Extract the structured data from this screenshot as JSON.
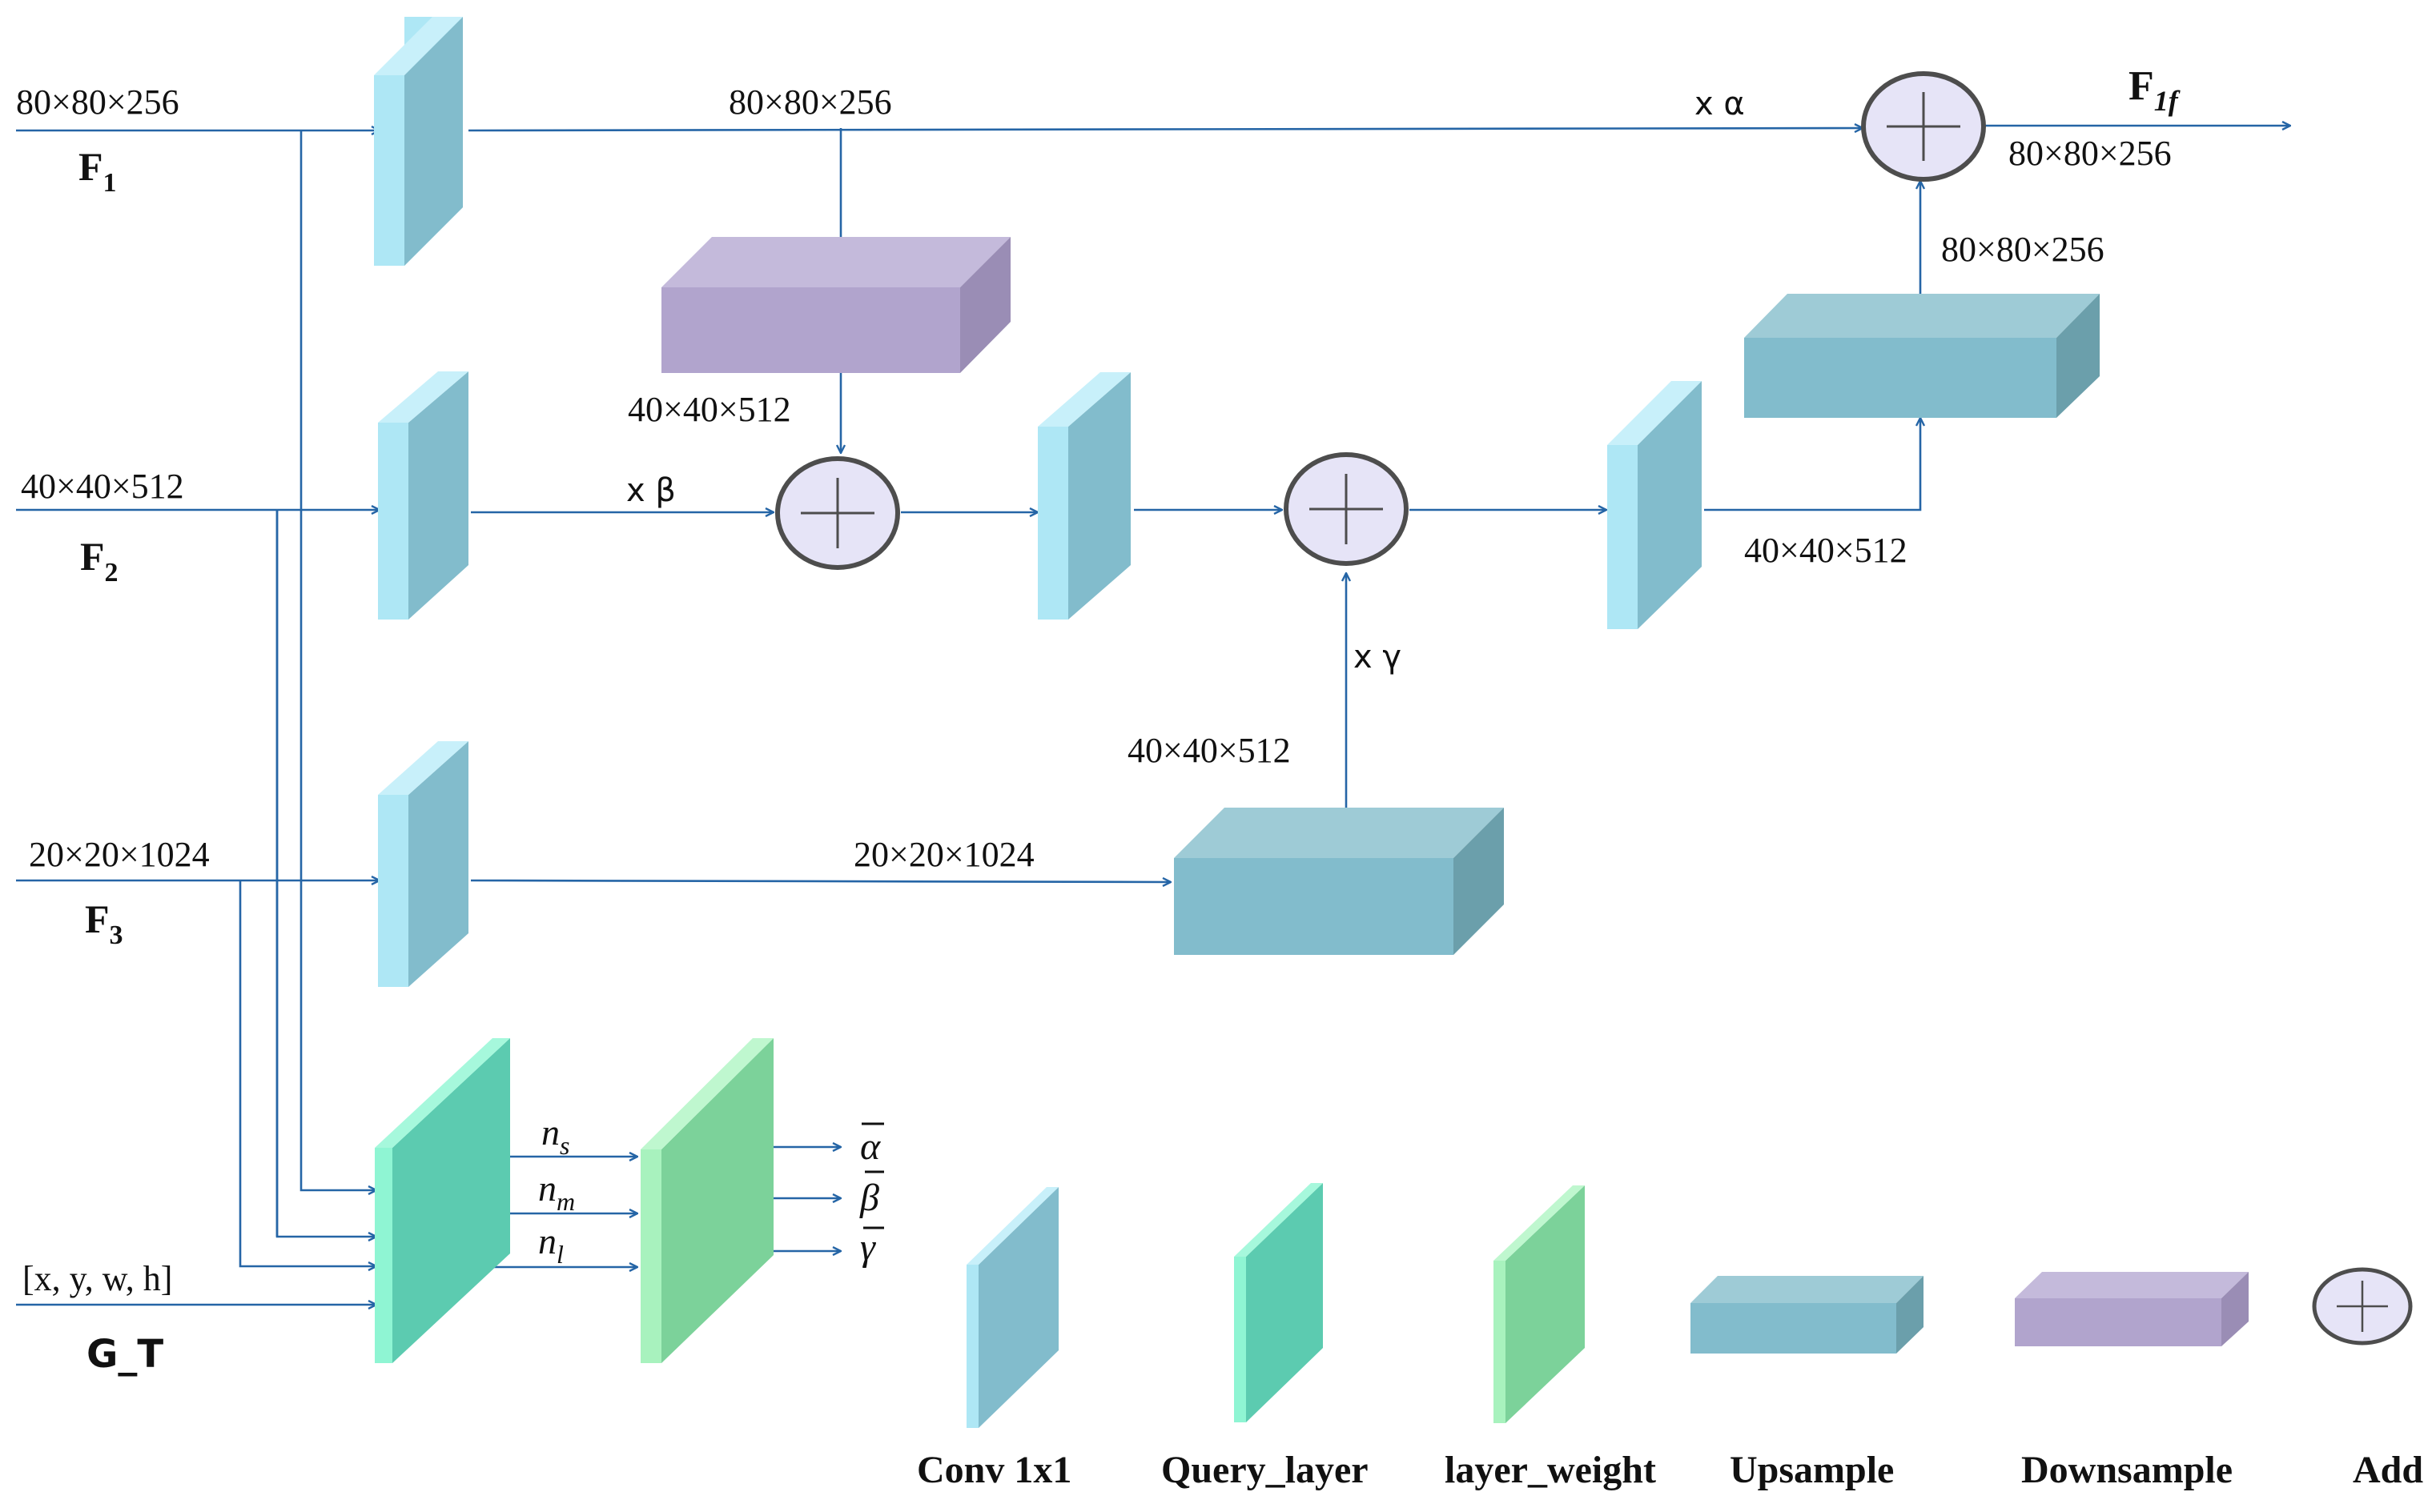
{
  "inputs": {
    "f1": {
      "name": "F",
      "sub": "1",
      "dims": "80×80×256"
    },
    "f2": {
      "name": "F",
      "sub": "2",
      "dims": "40×40×512"
    },
    "f3": {
      "name": "F",
      "sub": "3",
      "dims": "20×20×1024"
    },
    "gt": {
      "name": "G_T",
      "dims": "[x, y, w, h]"
    }
  },
  "output": {
    "name": "F",
    "sub": "1f",
    "dims": "80×80×256"
  },
  "labels": {
    "top_mid_dims": "80×80×256",
    "downsample_out_dims": "40×40×512",
    "up1_in_dims": "20×20×1024",
    "up1_out_dims": "40×40×512",
    "up2_in_dims": "40×40×512",
    "up2_out_dims": "80×80×256",
    "alpha_scale": "x α",
    "beta_scale": "x β",
    "gamma_scale": "x γ"
  },
  "query_outputs": {
    "ns": {
      "base": "n",
      "sub": "s"
    },
    "nm": {
      "base": "n",
      "sub": "m"
    },
    "nl": {
      "base": "n",
      "sub": "l"
    }
  },
  "weights": [
    "α",
    "β",
    "γ"
  ],
  "legend": {
    "conv": "Conv 1x1",
    "query": "Query_layer",
    "weight": "layer_weight",
    "upsample": "Upsample",
    "downsample": "Downsample",
    "add": "Add"
  },
  "colors": {
    "conv_front": "#82bccc",
    "conv_side": "#aee7f5",
    "query_front": "#5ccbb0",
    "query_side": "#8ff5d3",
    "weight_front": "#7cd29a",
    "weight_side": "#a8f2be",
    "upsample_front": "#82bccc",
    "upsample_top": "#9ecbd6",
    "upsample_side": "#6b9fab",
    "downsample_front": "#b1a4cd",
    "downsample_top": "#c4badb",
    "downsample_side": "#9a8db5",
    "add_fill": "#e6e4f7",
    "add_stroke": "#4d4d4d",
    "arrow": "#2565a6"
  }
}
